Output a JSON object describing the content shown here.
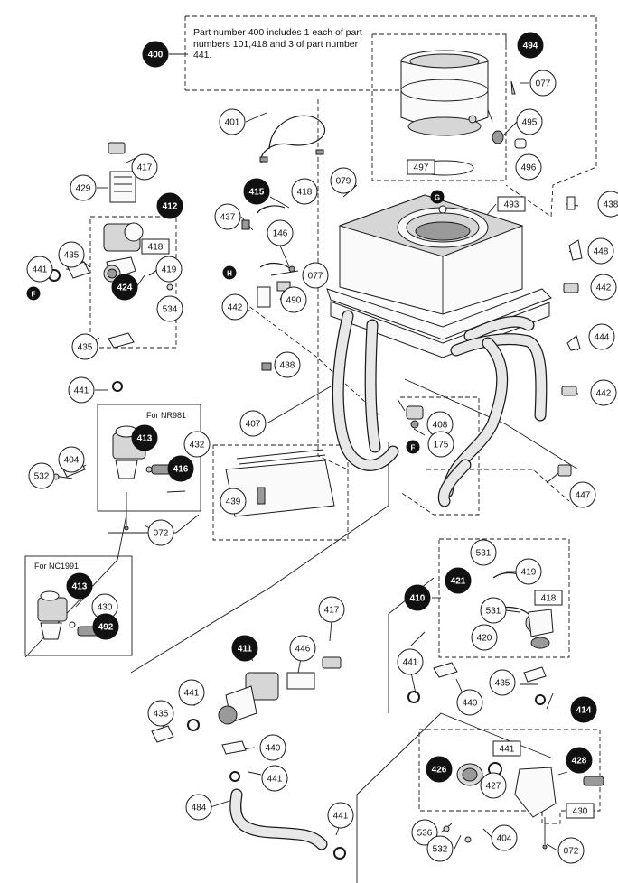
{
  "note": "Part number 400 includes 1 each of part numbers 101,418 and 3 of part number 441.",
  "captions": {
    "nr981": "For NR981",
    "nc1991": "For NC1991"
  },
  "labels": {
    "c400": "400",
    "c494": "494",
    "c077a": "077",
    "c495": "495",
    "c496": "496",
    "b497": "497",
    "c401": "401",
    "c417a": "417",
    "c429": "429",
    "c412": "412",
    "b418a": "418",
    "c419a": "419",
    "c424": "424",
    "c534": "534",
    "c441a": "441",
    "mF1": "F",
    "c435a": "435",
    "c415": "415",
    "c418b": "418",
    "c437": "437",
    "c079": "079",
    "mG": "G",
    "b493": "493",
    "c438a": "438",
    "c146": "146",
    "mH": "H",
    "c077b": "077",
    "c442a": "442",
    "c490": "490",
    "c448": "448",
    "c442b": "442",
    "c444": "444",
    "c442c": "442",
    "c438b": "438",
    "c435b": "435",
    "c441b": "441",
    "c413a": "413",
    "c432": "432",
    "c416": "416",
    "c404a": "404",
    "c532a": "532",
    "c072a": "072",
    "c407": "407",
    "c408": "408",
    "c175": "175",
    "mF2": "F",
    "c447": "447",
    "c439": "439",
    "c413b": "413",
    "c430": "430",
    "c492": "492",
    "c531a": "531",
    "c421": "421",
    "c419b": "419",
    "c410": "410",
    "b418c": "418",
    "c531b": "531",
    "c420": "420",
    "c411": "411",
    "c446": "446",
    "c417b": "417",
    "c441c": "441",
    "c440a": "440",
    "c435c": "435",
    "c435d": "435",
    "c441d": "441",
    "c414": "414",
    "c440b": "440",
    "c441e": "441",
    "b441f": "441",
    "c426": "426",
    "c427": "427",
    "c428": "428",
    "b430": "430",
    "c484": "484",
    "c441g": "441",
    "c536": "536",
    "c532b": "532",
    "c404b": "404",
    "c072b": "072"
  }
}
